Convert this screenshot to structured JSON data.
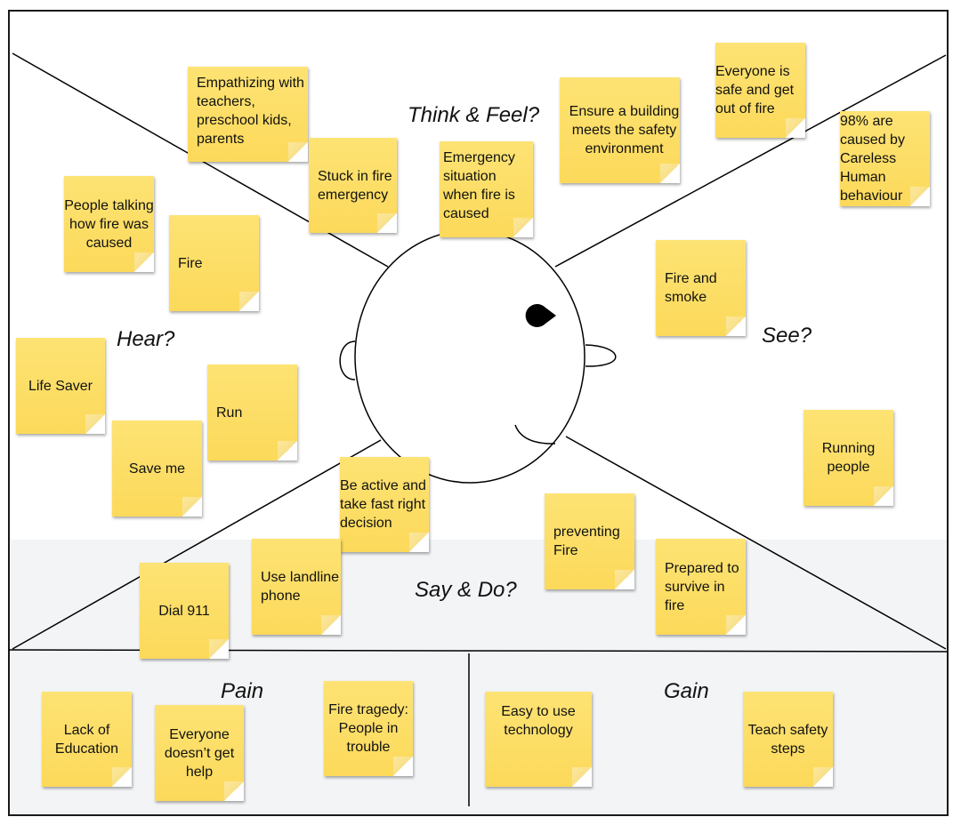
{
  "labels": {
    "think_feel": "Think & Feel?",
    "see": "See?",
    "hear": "Hear?",
    "say_do": "Say & Do?",
    "pain": "Pain",
    "gain": "Gain"
  },
  "notes": {
    "think": {
      "empathizing": "Empathizing with teachers, preschool kids, parents",
      "stuck": "Stuck in fire emergency",
      "emergency": "Emergency situation when fire is caused",
      "ensure": "Ensure a building meets the safety environment",
      "everyone_safe": "Everyone is safe and get out of fire"
    },
    "see": {
      "careless": "98% are caused by Careless Human behaviour",
      "fire_smoke": "Fire and smoke",
      "running": "Running people"
    },
    "hear": {
      "people_talking": "People talking how fire was caused",
      "fire": "Fire",
      "life_saver": "Life Saver",
      "run": "Run",
      "save_me": "Save me"
    },
    "say_do": {
      "be_active": "Be active and take fast right decision",
      "landline": "Use landline phone",
      "dial": "Dial 911",
      "preventing": "preventing Fire",
      "prepared": "Prepared to survive in fire"
    },
    "pain": {
      "education": "Lack of Education",
      "help": "Everyone doesn’t get help",
      "tragedy": "Fire tragedy: People in trouble"
    },
    "gain": {
      "easy": "Easy to use technology",
      "teach": "Teach safety steps"
    }
  },
  "colors": {
    "note": "#fde171",
    "bottom_band": "#f3f4f6",
    "line": "#000000"
  }
}
